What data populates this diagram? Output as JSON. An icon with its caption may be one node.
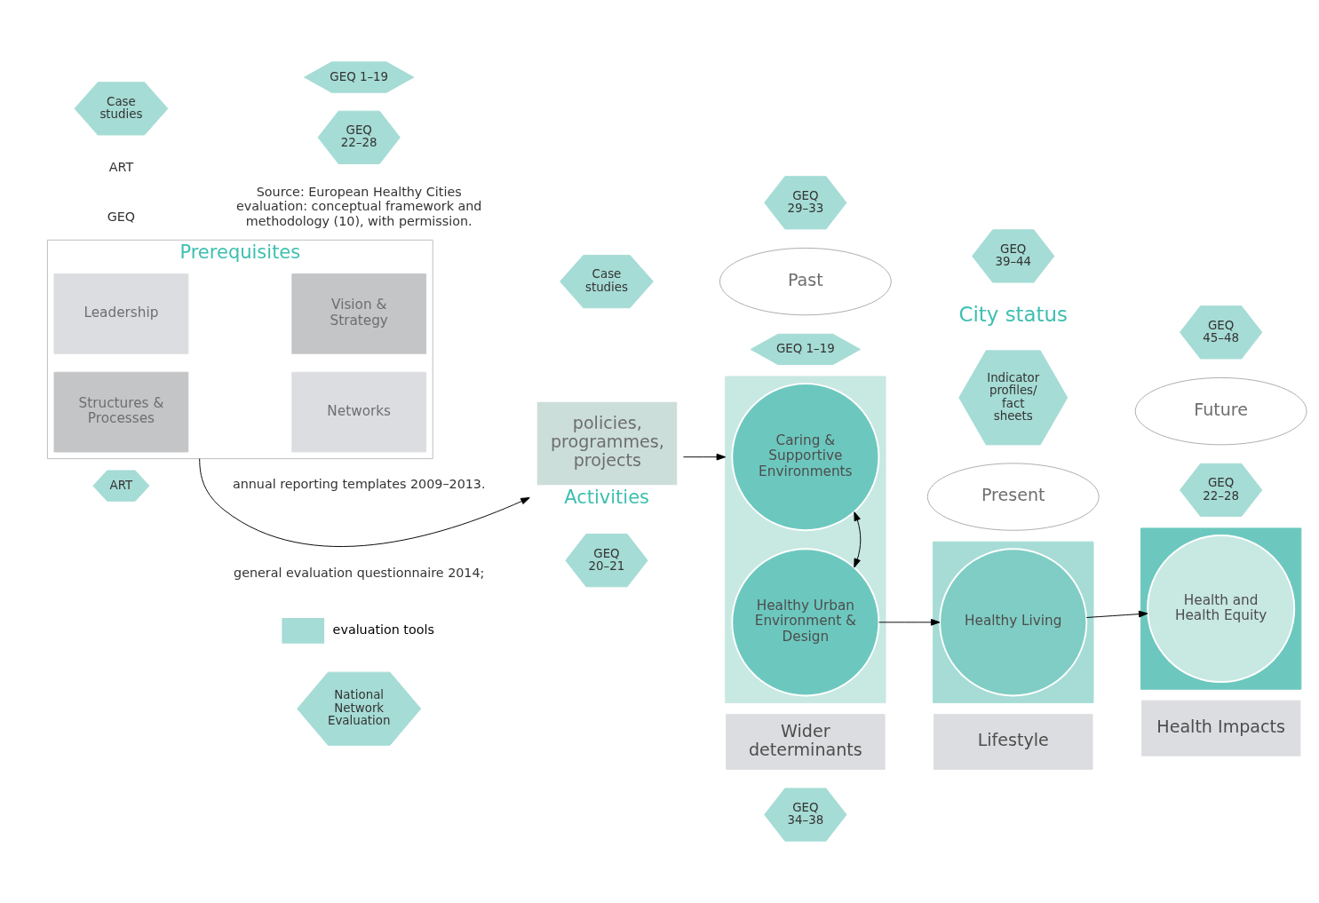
{
  "diagram": {
    "nodes": [
      {
        "text": [
          "Prerequisites"
        ]
      },
      {
        "text": [
          "Leadership"
        ],
        "in": 0
      },
      {
        "text": [
          "Vision & Strategy"
        ],
        "in": 0
      },
      {
        "text": [
          "Structures & Processes"
        ],
        "in": 0
      },
      {
        "text": [
          "Networks"
        ],
        "in": 0
      },
      {
        "text": [
          "GEQ 22–28"
        ]
      },
      {
        "text": [
          "Case studies"
        ]
      },
      {
        "text": [
          "GEQ 1–19"
        ]
      },
      {
        "text": [
          "ART"
        ]
      },
      {
        "text": [
          "National Network Evaluation"
        ]
      },
      {
        "text": [
          "policies, programmes, projects",
          "Activities"
        ]
      },
      {
        "text": [
          "GEQ 20–21"
        ]
      },
      {
        "text": [
          "Case studies"
        ]
      },
      {
        "text": [],
        "shape": "box"
      },
      {
        "text": [
          "Caring & Supportive Environments"
        ],
        "in": 13
      },
      {
        "text": [
          "Healthy Urban Environment & Design"
        ],
        "in": 13
      },
      {
        "text": [
          "GEQ 29–33"
        ]
      },
      {
        "text": [
          "GEQ 34–38"
        ]
      },
      {
        "text": [],
        "shape": "box"
      },
      {
        "text": [
          "Healthy Living"
        ],
        "in": 18
      },
      {
        "text": [
          "GEQ 39–44"
        ]
      },
      {
        "text": [],
        "shape": "box"
      },
      {
        "text": [
          "Health and Health Equity"
        ],
        "in": 21
      },
      {
        "text": [
          "GEQ 45–48"
        ]
      },
      {
        "text": [
          "Wider determinants"
        ]
      },
      {
        "text": [
          "Lifestyle"
        ]
      },
      {
        "text": [
          "Health Impacts"
        ]
      },
      {
        "text": [
          "Past"
        ]
      },
      {
        "text": [
          "Present"
        ]
      },
      {
        "text": [
          "Future"
        ]
      },
      {
        "text": [
          "GEQ 1–19"
        ]
      },
      {
        "text": [
          "GEQ 22–28"
        ]
      },
      {
        "text": [
          "Indicator profiles/ fact sheets"
        ]
      }
    ],
    "edges": [
      {
        "from": 0,
        "to": 10,
        "arrow": "to"
      },
      {
        "from": 10,
        "to": 13,
        "arrow": "to"
      },
      {
        "from": 14,
        "to": 15,
        "arrow": "both"
      },
      {
        "from": 15,
        "to": 19,
        "arrow": "to"
      },
      {
        "from": 19,
        "to": 22,
        "arrow": "to"
      }
    ],
    "labels": [
      "City status",
      "GEQ",
      "general evaluation questionnaire 2014;",
      "ART",
      "annual reporting templates 2009–2013.",
      "Source: European Healthy Cities evaluation: conceptual framework and methodology (10), with permission."
    ],
    "legend": [
      {
        "text": "evaluation tools",
        "color": "#a5dcd5"
      }
    ]
  }
}
